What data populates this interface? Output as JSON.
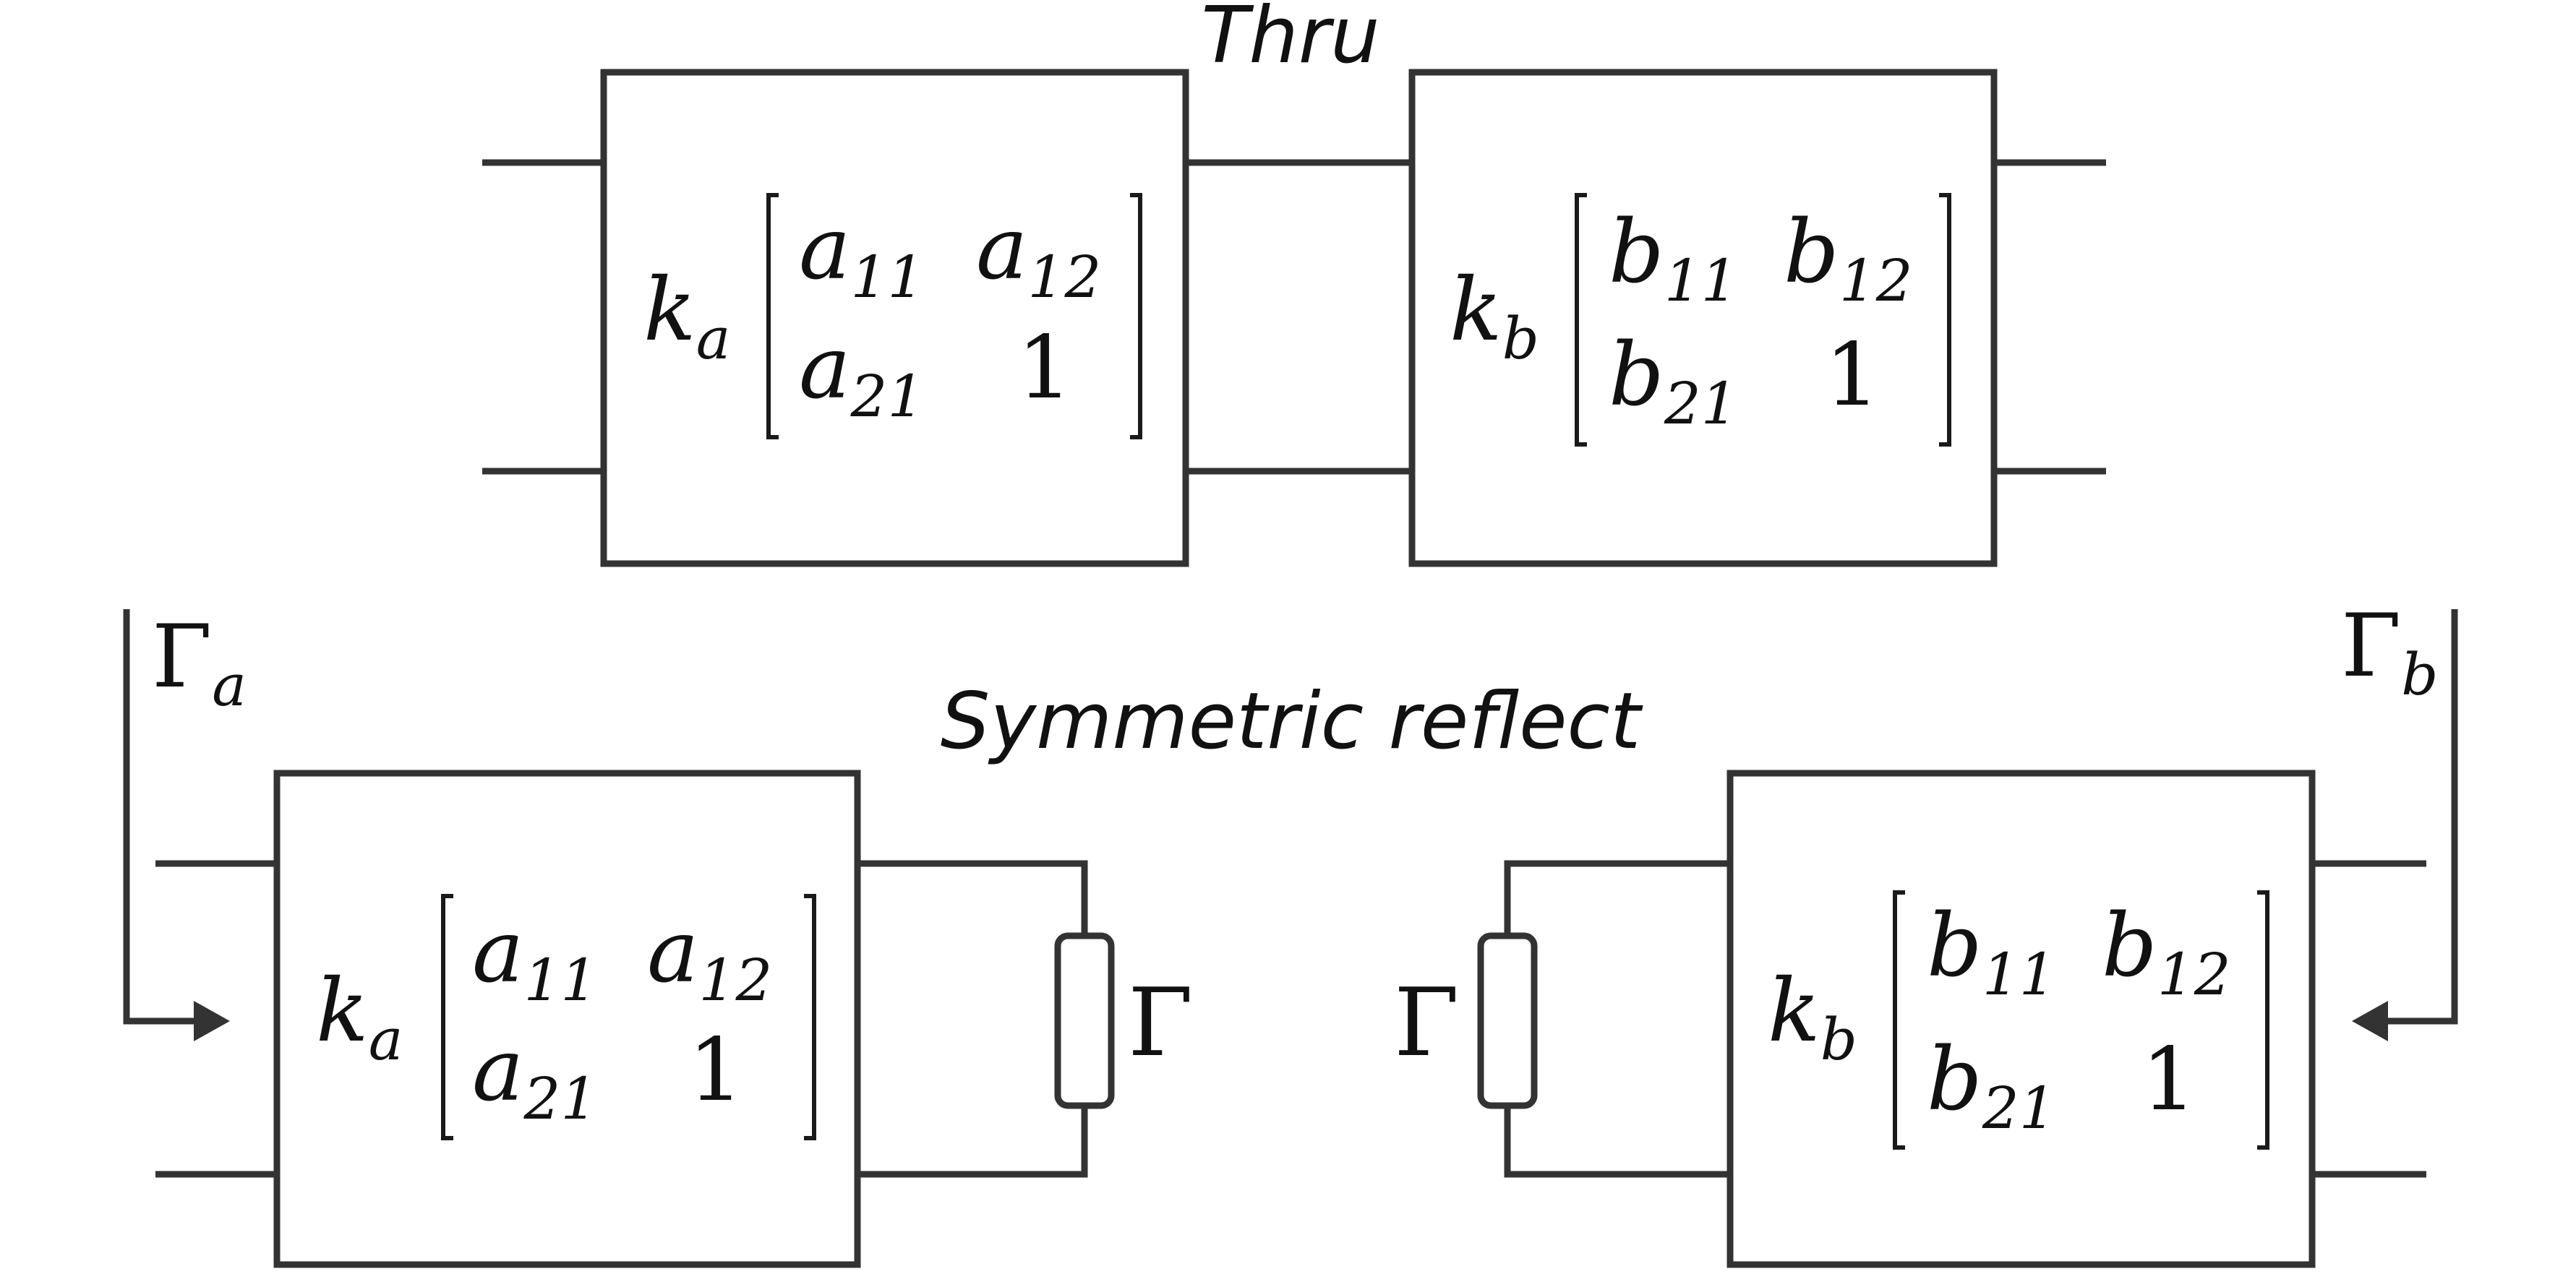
{
  "captions": {
    "thru": "Thru",
    "reflect": "Symmetric reflect"
  },
  "network_a": {
    "scale_base": "k",
    "scale_sub": "a",
    "m11_base": "a",
    "m11_sub": "11",
    "m12_base": "a",
    "m12_sub": "12",
    "m21_base": "a",
    "m21_sub": "21",
    "m22": "1"
  },
  "network_b": {
    "scale_base": "k",
    "scale_sub": "b",
    "m11_base": "b",
    "m11_sub": "11",
    "m12_base": "b",
    "m12_sub": "12",
    "m21_base": "b",
    "m21_sub": "21",
    "m22": "1"
  },
  "reflection": {
    "gamma": "Γ",
    "gamma_a_sub": "a",
    "gamma_b_sub": "b"
  }
}
